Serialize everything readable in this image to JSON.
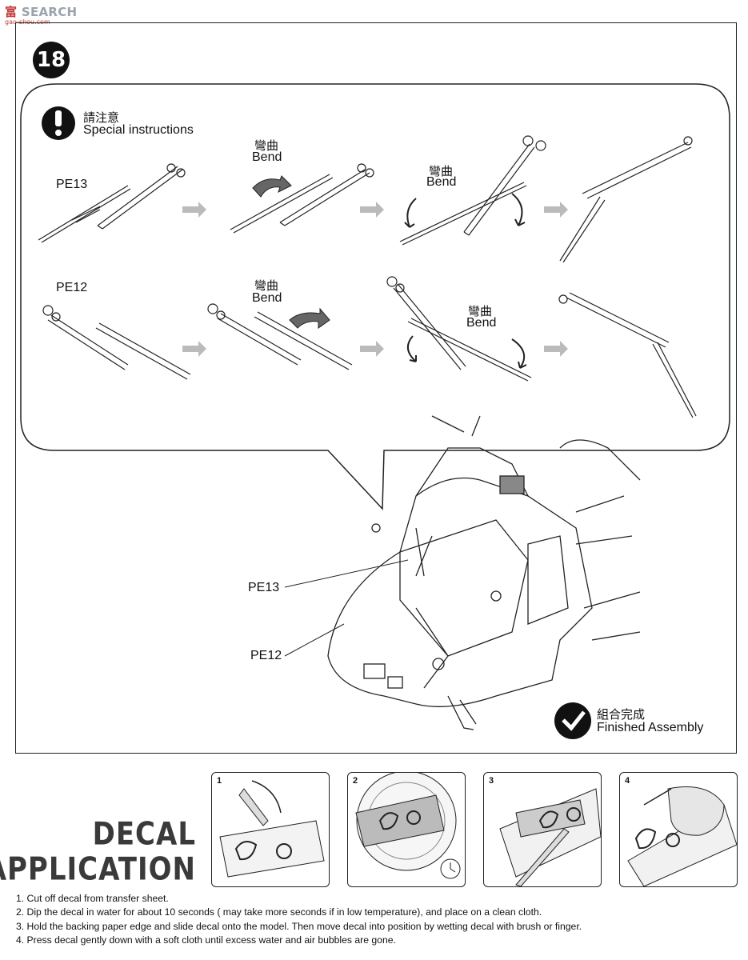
{
  "watermark": {
    "text": "SEARCH",
    "han": "富",
    "sub": "gao-shou.com"
  },
  "step": {
    "number": "18"
  },
  "notice": {
    "title_cn": "請注意",
    "title_en": "Special instructions"
  },
  "rows": [
    {
      "part": "PE13",
      "bend1_cn": "彎曲",
      "bend1_en": "Bend",
      "bend2_cn": "彎曲",
      "bend2_en": "Bend"
    },
    {
      "part": "PE12",
      "bend1_cn": "彎曲",
      "bend1_en": "Bend",
      "bend2_cn": "彎曲",
      "bend2_en": "Bend"
    }
  ],
  "callouts": {
    "pe13": "PE13",
    "pe12": "PE12"
  },
  "finished": {
    "cn": "組合完成",
    "en": "Finished Assembly"
  },
  "decal": {
    "title_line1": "DECAL",
    "title_line2": "APPLICATION",
    "panels": [
      "1",
      "2",
      "3",
      "4"
    ],
    "instructions": [
      "1. Cut off decal from transfer sheet.",
      "2. Dip the decal in water for about 10 seconds ( may take more seconds if in low temperature), and place on a clean cloth.",
      "3. Hold the backing paper edge and slide decal onto the model. Then move decal into position by wetting decal with brush or finger.",
      "4. Press decal gently down with a soft cloth until excess water and air bubbles are gone."
    ]
  }
}
